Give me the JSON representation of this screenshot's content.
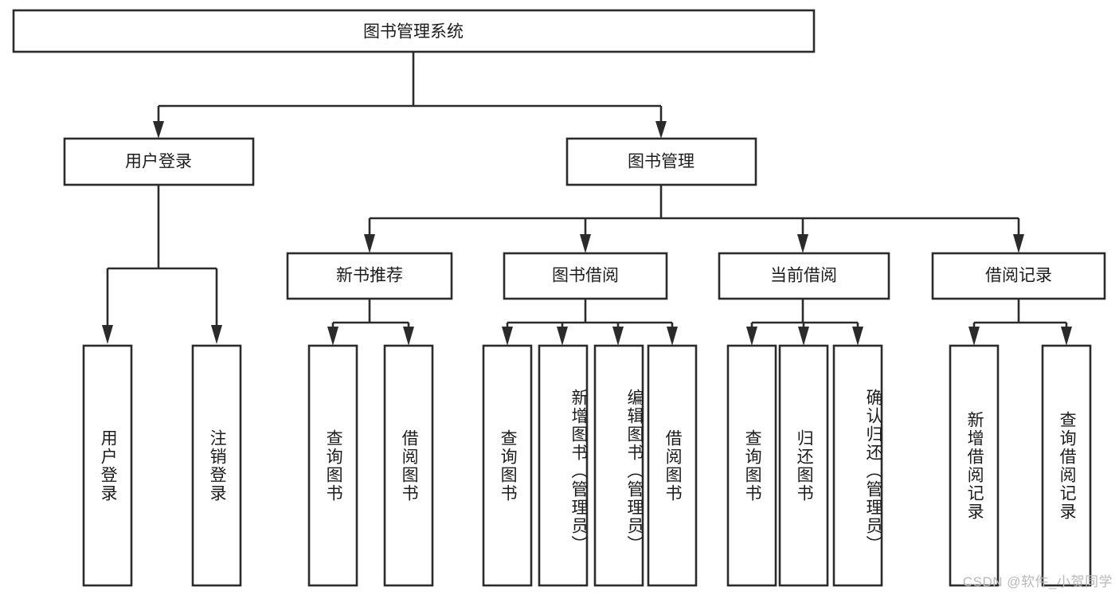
{
  "diagram": {
    "title": "图书管理系统",
    "type": "tree-hierarchy",
    "root": {
      "label": "图书管理系统",
      "orientation": "horizontal"
    },
    "level2": [
      {
        "label": "用户登录",
        "orientation": "horizontal"
      },
      {
        "label": "图书管理",
        "orientation": "horizontal"
      }
    ],
    "level3": [
      {
        "label": "新书推荐",
        "orientation": "horizontal"
      },
      {
        "label": "图书借阅",
        "orientation": "horizontal"
      },
      {
        "label": "当前借阅",
        "orientation": "horizontal"
      },
      {
        "label": "借阅记录",
        "orientation": "horizontal"
      }
    ],
    "leaves": {
      "user_login": [
        {
          "label": "用户登录",
          "orientation": "vertical"
        },
        {
          "label": "注销登录",
          "orientation": "vertical"
        }
      ],
      "new_book_recommend": [
        {
          "label": "查询图书",
          "orientation": "vertical"
        },
        {
          "label": "借阅图书",
          "orientation": "vertical"
        }
      ],
      "book_borrow": [
        {
          "label": "查询图书",
          "orientation": "vertical"
        },
        {
          "label": "新增图书（管理员）",
          "orientation": "vertical"
        },
        {
          "label": "编辑图书（管理员）",
          "orientation": "vertical"
        },
        {
          "label": "借阅图书",
          "orientation": "vertical"
        }
      ],
      "current_borrow": [
        {
          "label": "查询图书",
          "orientation": "vertical"
        },
        {
          "label": "归还图书",
          "orientation": "vertical"
        },
        {
          "label": "确认归还（管理员）",
          "orientation": "vertical"
        }
      ],
      "borrow_records": [
        {
          "label": "新增借阅记录",
          "orientation": "vertical"
        },
        {
          "label": "查询借阅记录",
          "orientation": "vertical"
        }
      ]
    }
  },
  "watermark": {
    "text": "CSDN @软件_小贺同学"
  },
  "colors": {
    "stroke": "#2b2b2b",
    "fill": "#ffffff",
    "text": "#1c1c1c",
    "watermark": "#b9b9b9"
  }
}
